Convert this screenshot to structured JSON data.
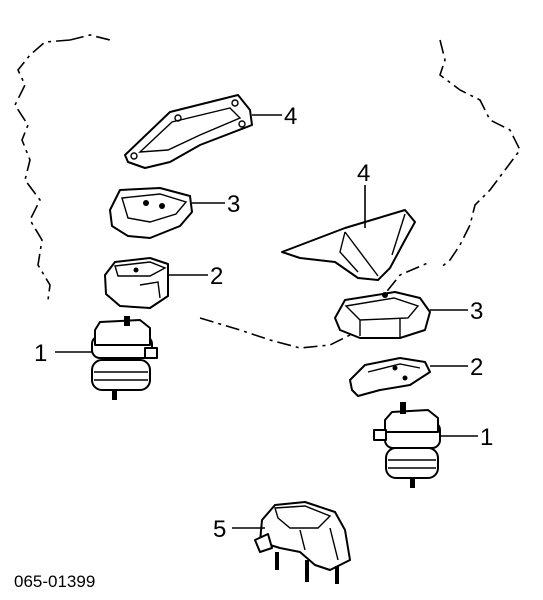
{
  "callouts": {
    "left_4": "4",
    "left_3": "3",
    "left_2": "2",
    "left_1": "1",
    "right_4": "4",
    "right_3": "3",
    "right_2": "2",
    "right_1": "1",
    "bottom_5": "5"
  },
  "part_number": "065-01399"
}
